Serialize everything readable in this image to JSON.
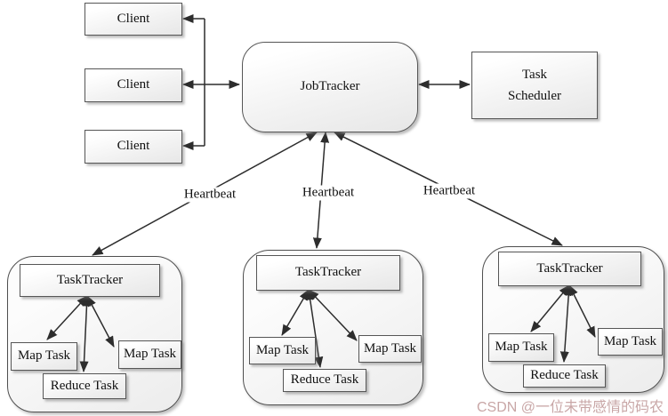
{
  "clients": [
    "Client",
    "Client",
    "Client"
  ],
  "nodes": {
    "job_tracker": "JobTracker",
    "task_scheduler": [
      "Task",
      "Scheduler"
    ]
  },
  "heartbeats": [
    "Heartbeat",
    "Heartbeat",
    "Heartbeat"
  ],
  "groups": [
    {
      "tracker": "TaskTracker",
      "map_task_left": "Map Task",
      "map_task_right": "Map Task",
      "reduce_task": "Reduce Task"
    },
    {
      "tracker": "TaskTracker",
      "map_task_left": "Map Task",
      "map_task_right": "Map Task",
      "reduce_task": "Reduce Task"
    },
    {
      "tracker": "TaskTracker",
      "map_task_left": "Map Task",
      "map_task_right": "Map Task",
      "reduce_task": "Reduce Task"
    }
  ],
  "watermark": {
    "text": "CSDN @一位未带感情的码农",
    "color": "#bb9090"
  },
  "colors": {
    "line": "#2d2d2d",
    "box_border": "#565656",
    "text": "#111111",
    "background": "#ffffff"
  }
}
